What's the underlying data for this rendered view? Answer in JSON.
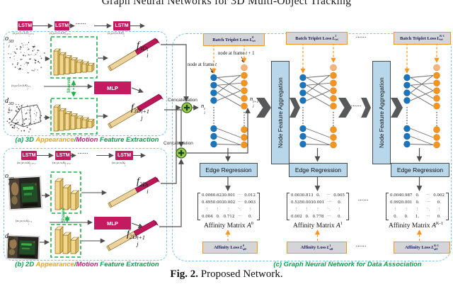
{
  "page": {
    "title": "Graph Neural Networks for 3D Multi-Object Tracking",
    "fig_label": "Fig. 2.",
    "fig_text": " Proposed Network."
  },
  "panel_a": {
    "caption_prefix": "(a) 3D ",
    "caption_appearance": "Appearance",
    "caption_slash": "/",
    "caption_motion": "Motion",
    "caption_suffix": " Feature Extraction",
    "lstm": "LSTM",
    "dots": "......",
    "mlp": "MLP",
    "shared": "Shared",
    "seq1": {
      "text": "(x,y,z,l,w,h,θ)",
      "sub": "i",
      "sup": "t-T+1"
    },
    "seq2": {
      "text": "(x,y,z,l,w,h,θ)",
      "sub": "i",
      "sup": "t-T+2"
    },
    "seq3": {
      "text": "(x,y,z,l,w,h,θ)",
      "sub": "i",
      "sup": "t"
    },
    "mlp_input": {
      "text": "(x,y,z,l,w,h,θ)",
      "sub": "j",
      "sup": "t+1"
    },
    "obj": {
      "base": "o",
      "sub": "i",
      "sup": "3D"
    },
    "det": {
      "base": "d",
      "sub": "j",
      "sup": "3D"
    },
    "feat_top": {
      "base": "f",
      "group": "3D",
      "sub": "i",
      "sup": "t"
    },
    "feat_bottom": {
      "base": "f",
      "group": "3D",
      "sub": "j",
      "sup": "t+1"
    }
  },
  "panel_b": {
    "caption_prefix": "(b) 2D ",
    "caption_appearance": "Appearance",
    "caption_slash": "/",
    "caption_motion": "Motion",
    "caption_suffix": " Feature Extraction",
    "lstm": "LSTM",
    "dots": "......",
    "mlp": "MLP",
    "shared": "Shared",
    "seq1": {
      "text": "(xc,yc,w,h)",
      "sub": "i",
      "sup": "t-T+1"
    },
    "seq2": {
      "text": "(xc,yc,w,h)",
      "sub": "i",
      "sup": "t-T+2"
    },
    "seq3": {
      "text": "(xc,yc,w,h)",
      "sub": "i",
      "sup": "t"
    },
    "mlp_input": {
      "text": "(xc,yc,w,h)",
      "sub": "j",
      "sup": "t+1"
    },
    "obj": {
      "base": "o",
      "sub": "i",
      "sup": "2D"
    },
    "det": {
      "base": "d",
      "sub": "j",
      "sup": "2D"
    },
    "feat_top": {
      "base": "f",
      "group": "2D",
      "sub": "i",
      "sup": "t"
    },
    "feat_bottom": {
      "base": "f",
      "group": "2D",
      "sub": "j",
      "sup": "t+1"
    }
  },
  "middle": {
    "concat": "Concatenation",
    "n_top": {
      "base": "n",
      "sub": "i",
      "sup": "t"
    },
    "n_bottom": {
      "base": "n",
      "sub": "j",
      "sup": "t+1"
    }
  },
  "panel_c": {
    "caption": "(c) Graph Neural Network for Data Association",
    "dots": "......",
    "node_label_t": {
      "text": "node at frame ",
      "var": "t",
      "plus": ""
    },
    "node_label_t1": {
      "text": "node at frame ",
      "var": "t",
      "plus": " + 1"
    },
    "aggregation": "Node Feature Aggregation",
    "edge_regression": "Edge Regression",
    "triplet_boxes": [
      {
        "text": "Batch Triplet Loss ",
        "base": "L",
        "sup": "0",
        "sub": "tri"
      },
      {
        "text": "Batch Triplet Loss ",
        "base": "L",
        "sup": "1",
        "sub": "tri"
      },
      {
        "text": "Batch Triplet Loss ",
        "base": "L",
        "sup": "K-1",
        "sub": "tri"
      }
    ],
    "affinity_boxes": [
      {
        "text": "Affinity Loss ",
        "base": "L",
        "sup": "0",
        "sub": "aff"
      },
      {
        "text": "Affinity Loss ",
        "base": "L",
        "sup": "1",
        "sub": "aff"
      },
      {
        "text": "Affinity Loss ",
        "base": "L",
        "sup": "K-1",
        "sub": "aff"
      }
    ],
    "matrices": [
      {
        "caption": "Affinity Matrix ",
        "base": "A",
        "sup": "0",
        "rows": [
          [
            "0.006",
            "0.623",
            "0.001",
            "⋯",
            "0.012"
          ],
          [
            "0.495",
            "0.003",
            "0.002",
            "⋯",
            "0.003"
          ],
          [
            "⋮",
            "⋮",
            "⋮",
            "⋱",
            "⋮"
          ],
          [
            "0.004",
            "0.",
            "0.712",
            "⋯",
            "0."
          ]
        ]
      },
      {
        "caption": "Affinity Matrix ",
        "base": "A",
        "sup": "1",
        "rows": [
          [
            "0.003",
            "0.813",
            "0.",
            "⋯",
            "0.005"
          ],
          [
            "0.535",
            "0.003",
            "0.001",
            "⋯",
            "0."
          ],
          [
            "⋮",
            "⋮",
            "⋮",
            "⋱",
            "⋮"
          ],
          [
            "0.002",
            "0.",
            "0.778",
            "⋯",
            "0."
          ]
        ]
      },
      {
        "caption": "Affinity Matrix ",
        "base": "A",
        "sup": "K-1",
        "rows": [
          [
            "0.004",
            "0.987",
            "0.",
            "⋯",
            "0.002"
          ],
          [
            "0.992",
            "0.001",
            "0.",
            "⋯",
            "0."
          ],
          [
            "⋮",
            "⋮",
            "⋮",
            "⋱",
            "⋮"
          ],
          [
            "0.",
            "0.",
            "1.",
            "⋯",
            "0."
          ]
        ]
      }
    ],
    "graph": {
      "blue_top_count": 4,
      "orange_top_count": 5,
      "has_light_orange_top": true,
      "blue_bottom_count": 3,
      "orange_bottom_count": 3
    }
  },
  "colors": {
    "lstm_box": "#c41a5f",
    "bar_tan": "#ecd39b",
    "bar_crimson": "#bc1759",
    "green": "#22b14c",
    "caption_green": "#00a651",
    "caption_orange": "#f7a11a",
    "caption_magenta": "#d6186e",
    "panel_border": "#7fc0e8",
    "node_blue": "#1b75bc",
    "node_orange": "#f7941d",
    "node_orange_light": "#f9b578",
    "box_blue_fill": "#b9d7ea",
    "loss_fill": "#d4d5d6",
    "loss_border": "#f7941d",
    "block_arrow": "#57585a"
  }
}
